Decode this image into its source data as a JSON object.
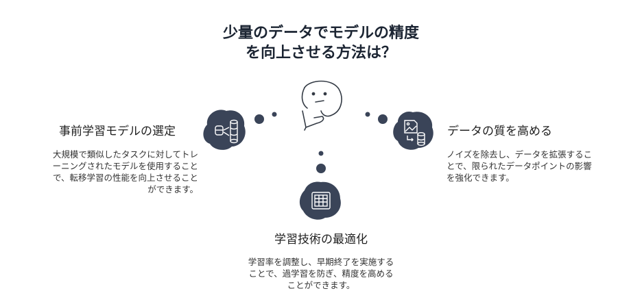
{
  "title": {
    "line1": "少量のデータでモデルの精度",
    "line2": "を向上させる方法は？"
  },
  "nodes": {
    "pretrained": {
      "title": "事前学習モデルの選定",
      "description": [
        "大規模で類似したタスクに対してトレ",
        "ーニングされたモデルを使用すること",
        "で、転移学習の性能を向上させること",
        "ができます。"
      ],
      "icon": "database-icon"
    },
    "data_quality": {
      "title": "データの質を高める",
      "description": [
        "ノイズを除去し、データを拡張するこ",
        "とで、限られたデータポイントの影響",
        "を強化できます。"
      ],
      "icon": "image-database-icon"
    },
    "learning_technique": {
      "title": "学習技術の最適化",
      "description": [
        "学習率を調整し、早期終了を実施する",
        "ことで、過学習を防ぎ、精度を高める",
        "ことができます。"
      ],
      "icon": "grid-table-icon"
    }
  },
  "center_icon": "thinking-face-icon",
  "colors": {
    "node_fill": "#3a4458",
    "dot_fill": "#3a4458",
    "face_stroke": "#333a44",
    "text": "#1f2329"
  }
}
